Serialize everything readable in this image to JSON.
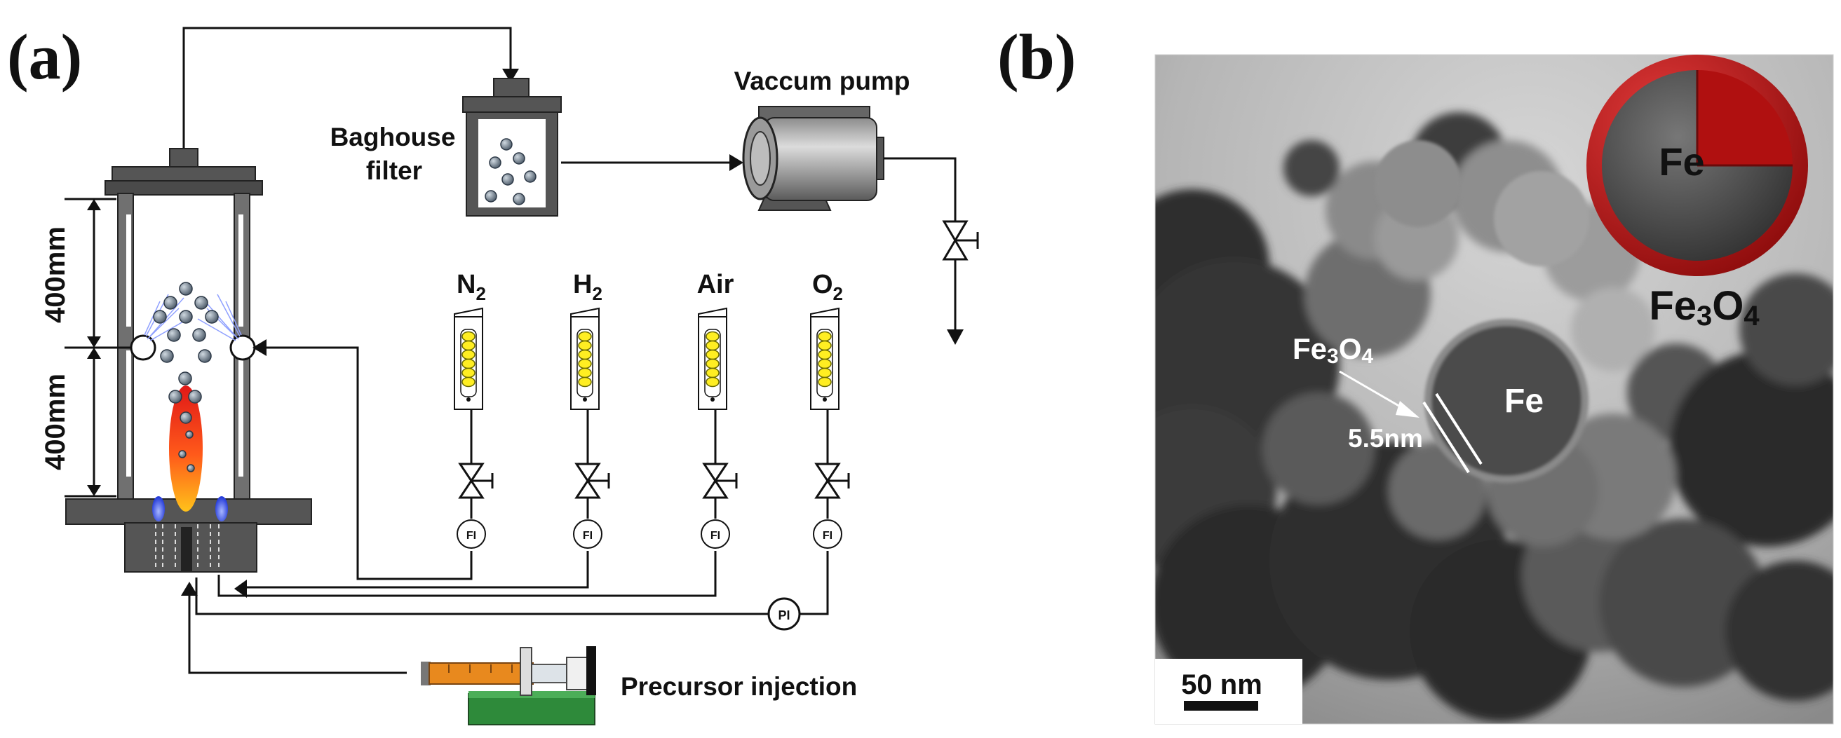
{
  "panels": {
    "a": {
      "label": "(a)"
    },
    "b": {
      "label": "(b)"
    }
  },
  "schematic": {
    "baghouse_line1": "Baghouse",
    "baghouse_line2": "filter",
    "pump": "Vaccum pump",
    "dim_upper": "400mm",
    "dim_lower": "400mm",
    "gases": [
      {
        "base": "N",
        "sub": "2"
      },
      {
        "base": "H",
        "sub": "2"
      },
      {
        "base": "Air",
        "sub": ""
      },
      {
        "base": "O",
        "sub": "2"
      }
    ],
    "flowmeter_symbol": "FI",
    "pressure_indicator": "PI",
    "precursor": "Precursor injection"
  },
  "tem": {
    "shell_label_base": "Fe",
    "shell_label_sub1": "3",
    "shell_label_mid": "O",
    "shell_label_sub2": "4",
    "core_label": "Fe",
    "thickness": "5.5nm",
    "scale": "50 nm"
  },
  "colors": {
    "shell": "#b81414",
    "core": "#4a4a4a",
    "flowmeter_float": "#ffee22",
    "injector_body": "#e8891e",
    "injector_stage": "#2e8a3a",
    "flame": "#ff4a1a"
  }
}
